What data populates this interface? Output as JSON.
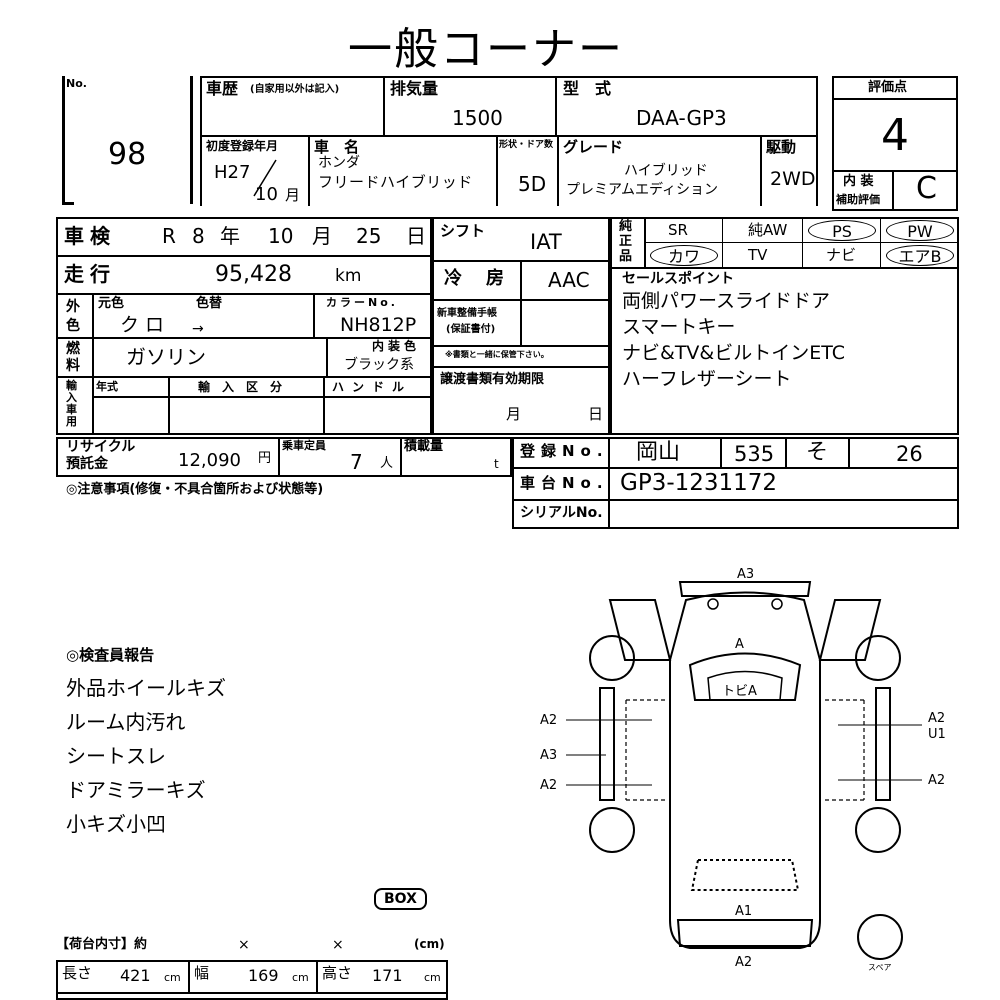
{
  "title": "一般コーナー",
  "no_label": "No.",
  "lot_no": "98",
  "history": {
    "label": "車歴",
    "note": "(自家用以外は記入)"
  },
  "displacement": {
    "label": "排気量",
    "value": "1500"
  },
  "model": {
    "label": "型　式",
    "value": "DAA-GP3"
  },
  "rating": {
    "label": "評価点",
    "value": "4",
    "interior_label_1": "内 装",
    "interior_label_2": "補助評価",
    "interior_value": "C"
  },
  "first_reg": {
    "label": "初度登録年月",
    "era": "H27",
    "month": "10",
    "month_unit": "月"
  },
  "car_name": {
    "label": "車　名",
    "maker": "ホンダ",
    "name": "フリードハイブリッド"
  },
  "doors": {
    "label": "形状・ドア数",
    "value": "5D"
  },
  "grade": {
    "label": "グレード",
    "line1": "ハイブリッド",
    "line2": "プレミアムエディション"
  },
  "drive": {
    "label": "駆動",
    "value": "2WD"
  },
  "inspection": {
    "label": "車検",
    "era": "R",
    "year": "8",
    "y_unit": "年",
    "month": "10",
    "m_unit": "月",
    "day": "25",
    "d_unit": "日"
  },
  "shift": {
    "label": "シフト",
    "value": "IAT"
  },
  "equipment": {
    "label": "純正品",
    "items": [
      {
        "label": "SR",
        "circled": false
      },
      {
        "label": "純AW",
        "circled": false
      },
      {
        "label": "PS",
        "circled": true
      },
      {
        "label": "PW",
        "circled": true
      },
      {
        "label": "カワ",
        "circled": true
      },
      {
        "label": "TV",
        "circled": false
      },
      {
        "label": "ナビ",
        "circled": false
      },
      {
        "label": "エアB",
        "circled": true
      }
    ]
  },
  "mileage": {
    "label": "走行",
    "value": "95,428",
    "unit": "km"
  },
  "aircon": {
    "label": "冷　房",
    "value": "AAC"
  },
  "color": {
    "label_outer": "外色",
    "label_original": "元色",
    "original": "クロ",
    "label_repaint": "色替",
    "arrow": "→",
    "label_code": "カラーNo.",
    "code": "NH812P"
  },
  "new_car_docs": {
    "label_1": "新車整備手帳",
    "label_2": "(保証書付)",
    "note": "※書類と一緒に保管下さい。"
  },
  "sales_points": {
    "label": "セールスポイント",
    "items": [
      "両側パワースライドドア",
      "スマートキー",
      "ナビ&TV&ビルトインETC",
      "ハーフレザーシート"
    ]
  },
  "fuel": {
    "label": "燃料",
    "value": "ガソリン",
    "interior_label": "内装色",
    "interior_color": "ブラック系"
  },
  "import": {
    "label": "輸入車用",
    "year_label": "年式",
    "type_label": "輸入区分",
    "handle_label": "ハンドル"
  },
  "transfer_docs": {
    "label": "譲渡書類有効期限",
    "month_unit": "月",
    "day_unit": "日"
  },
  "recycle": {
    "label_1": "リサイクル",
    "label_2": "預託金",
    "value": "12,090",
    "unit": "円"
  },
  "capacity": {
    "label": "乗車定員",
    "value": "7",
    "unit": "人"
  },
  "load": {
    "label": "積載量",
    "unit": "t"
  },
  "registration": {
    "label": "登録No.",
    "region": "岡山",
    "class": "535",
    "kana": "そ",
    "number": "26"
  },
  "chassis": {
    "label": "車台No.",
    "value": "GP3-1231172"
  },
  "serial": {
    "label": "シリアルNo.",
    "value": ""
  },
  "caution_label": "◎注意事項(修復・不具合箇所および状態等)",
  "inspector": {
    "label": "◎検査員報告",
    "items": [
      "外品ホイールキズ",
      "ルーム内汚れ",
      "シートスレ",
      "ドアミラーキズ",
      "小キズ小凹"
    ]
  },
  "box_label": "BOX",
  "cargo": {
    "label": "【荷台内寸】約",
    "x1": "×",
    "x2": "×",
    "unit_label": "(cm)",
    "length_label": "長さ",
    "length": "421",
    "width_label": "幅",
    "width": "169",
    "height_label": "高さ",
    "height": "171",
    "unit": "cm"
  },
  "diagram": {
    "marks": {
      "front": "A3",
      "hood": "A",
      "roof": "トビA",
      "left_front": "A2",
      "left_mid": "A3",
      "left_rear": "A2",
      "right_front_1": "A2",
      "right_front_2": "U1",
      "right_rear": "A2",
      "rear": "A1",
      "rear_bumper": "A2",
      "spare": "スペア"
    }
  }
}
